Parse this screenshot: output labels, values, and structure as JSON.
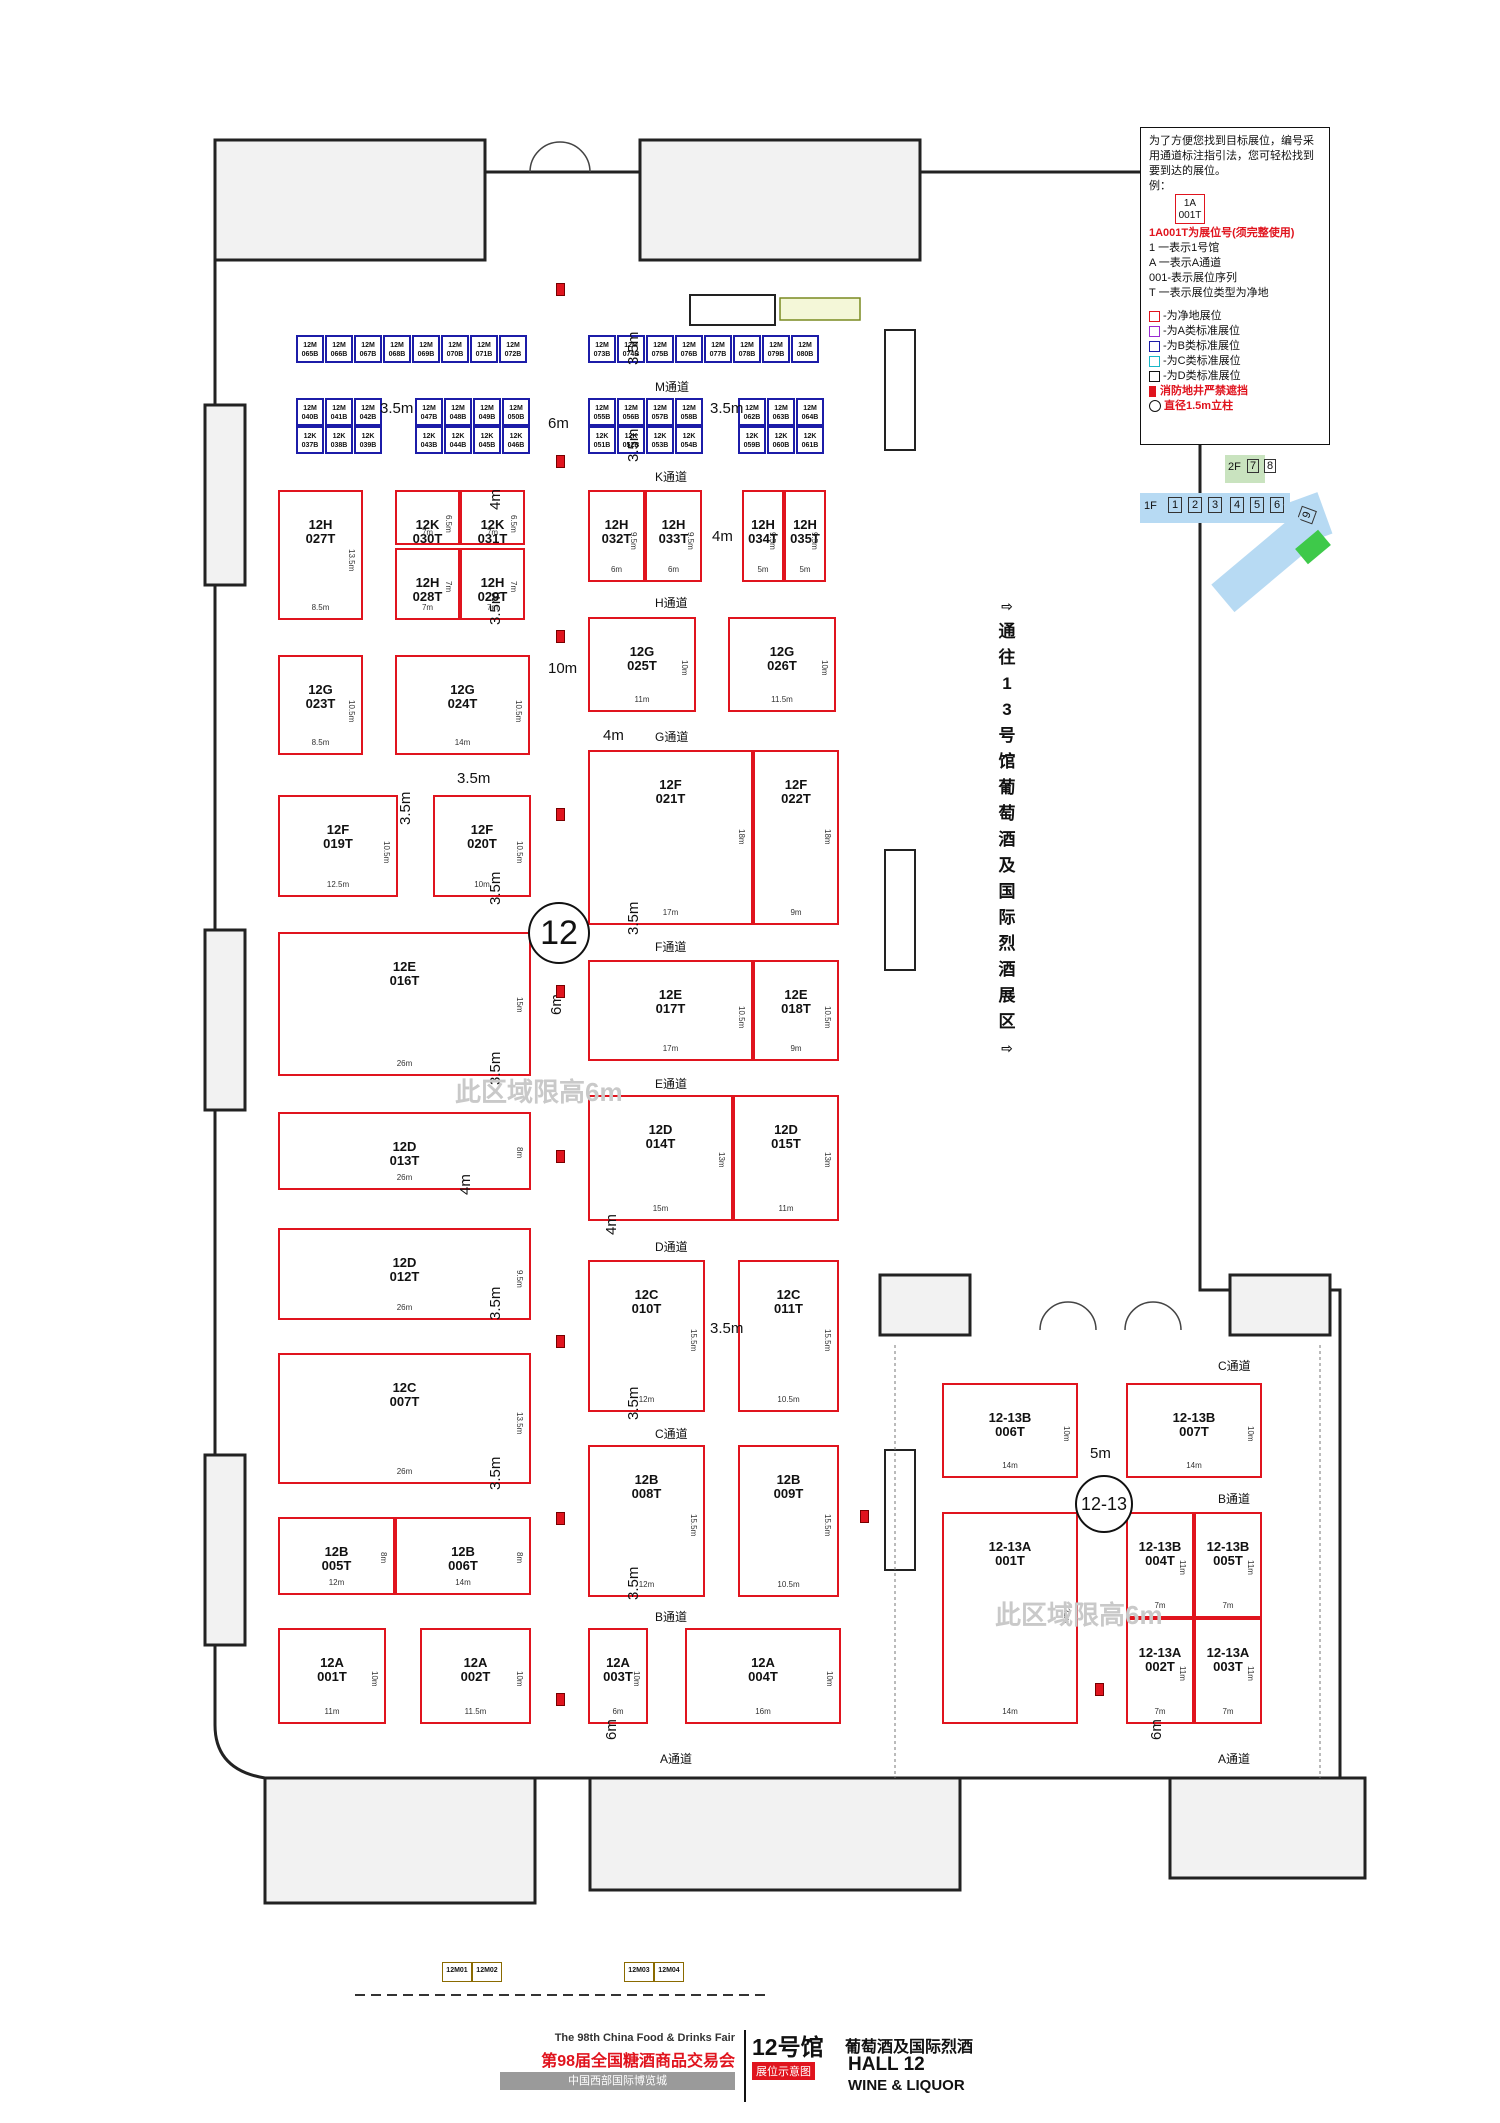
{
  "legend": {
    "intro": "为了方便您找到目标展位，编号采用通道标注指引法，您可轻松找到要到达的展位。",
    "example_label": "例：",
    "example_code": "1A\n001T",
    "booth_code_note": "1A001T为展位号(须完整使用)",
    "lines": [
      "1 一表示1号馆",
      "A 一表示A通道",
      "001-表示展位序列",
      "T 一表示展位类型为净地"
    ],
    "types": [
      {
        "color": "#e0141e",
        "label": "-为净地展位"
      },
      {
        "color": "#9a2bd1",
        "label": "-为A类标准展位"
      },
      {
        "color": "#1c1ca8",
        "label": "-为B类标准展位"
      },
      {
        "color": "#19b7c8",
        "label": "-为C类标准展位"
      },
      {
        "color": "#111111",
        "label": "-为D类标准展位"
      }
    ],
    "fire_note": "消防地井严禁遮挡",
    "pillar_note": "直径1.5m立柱"
  },
  "direction_text": "通往13号馆葡萄酒及国际烈酒展区",
  "hall_circle": "12",
  "hall2_circle": "12-13",
  "watermarks": [
    "此区域限高6m",
    "此区域限高6m"
  ],
  "std_booths_row1": [
    "12M\n065B",
    "12M\n066B",
    "12M\n067B",
    "12M\n068B",
    "12M\n069B",
    "12M\n070B",
    "12M\n071B",
    "12M\n072B",
    "12M\n073B",
    "12M\n074B",
    "12M\n075B",
    "12M\n076B",
    "12M\n077B",
    "12M\n078B",
    "12M\n079B",
    "12M\n080B"
  ],
  "std_booths_row2": [
    "12M\n040B",
    "12M\n041B",
    "12M\n042B",
    "12M\n047B",
    "12M\n048B",
    "12M\n049B",
    "12M\n050B",
    "12M\n055B",
    "12M\n056B",
    "12M\n057B",
    "12M\n058B",
    "12M\n062B",
    "12M\n063B",
    "12M\n064B"
  ],
  "std_booths_row3": [
    "12K\n037B",
    "12K\n038B",
    "12K\n039B",
    "12K\n043B",
    "12K\n044B",
    "12K\n045B",
    "12K\n046B",
    "12K\n051B",
    "12K\n052B",
    "12K\n053B",
    "12K\n054B",
    "12K\n059B",
    "12K\n060B",
    "12K\n061B"
  ],
  "booths": [
    {
      "label": "12H\n027T",
      "w": "8.5m",
      "h": "13.5m"
    },
    {
      "label": "12K\n030T",
      "w": "7m",
      "h": "6.5m"
    },
    {
      "label": "12K\n031T",
      "w": "7m",
      "h": "6.5m"
    },
    {
      "label": "12H\n028T",
      "w": "7m",
      "h": "7m"
    },
    {
      "label": "12H\n029T",
      "w": "7m",
      "h": "7m"
    },
    {
      "label": "12H\n032T",
      "w": "6m",
      "h": "9.5m"
    },
    {
      "label": "12H\n033T",
      "w": "6m",
      "h": "9.5m"
    },
    {
      "label": "12H\n034T",
      "w": "5m",
      "h": "9.5m"
    },
    {
      "label": "12H\n035T",
      "w": "5m",
      "h": "9.5m"
    },
    {
      "label": "12G\n023T",
      "w": "8.5m",
      "h": "10.5m"
    },
    {
      "label": "12G\n024T",
      "w": "14m",
      "h": "10.5m"
    },
    {
      "label": "12G\n025T",
      "w": "11m",
      "h": "10m"
    },
    {
      "label": "12G\n026T",
      "w": "11.5m",
      "h": "10m"
    },
    {
      "label": "12F\n019T",
      "w": "12.5m",
      "h": "10.5m"
    },
    {
      "label": "12F\n020T",
      "w": "10m",
      "h": "10.5m"
    },
    {
      "label": "12F\n021T",
      "w": "17m",
      "h": "18m"
    },
    {
      "label": "12F\n022T",
      "w": "9m",
      "h": "18m"
    },
    {
      "label": "12E\n016T",
      "w": "26m",
      "h": "15m"
    },
    {
      "label": "12E\n017T",
      "w": "17m",
      "h": "10.5m"
    },
    {
      "label": "12E\n018T",
      "w": "9m",
      "h": "10.5m"
    },
    {
      "label": "12D\n013T",
      "w": "26m",
      "h": "8m"
    },
    {
      "label": "12D\n014T",
      "w": "15m",
      "h": "13m"
    },
    {
      "label": "12D\n015T",
      "w": "11m",
      "h": "13m"
    },
    {
      "label": "12D\n012T",
      "w": "26m",
      "h": "9.5m"
    },
    {
      "label": "12C\n007T",
      "w": "26m",
      "h": "13.5m"
    },
    {
      "label": "12C\n010T",
      "w": "12m",
      "h": "15.5m"
    },
    {
      "label": "12C\n011T",
      "w": "10.5m",
      "h": "15.5m"
    },
    {
      "label": "12B\n005T",
      "w": "12m",
      "h": "8m"
    },
    {
      "label": "12B\n006T",
      "w": "14m",
      "h": "8m"
    },
    {
      "label": "12B\n008T",
      "w": "12m",
      "h": "15.5m"
    },
    {
      "label": "12B\n009T",
      "w": "10.5m",
      "h": "15.5m"
    },
    {
      "label": "12A\n001T",
      "w": "11m",
      "h": "10m"
    },
    {
      "label": "12A\n002T",
      "w": "11.5m",
      "h": "10m"
    },
    {
      "label": "12A\n003T",
      "w": "6m",
      "h": "10m"
    },
    {
      "label": "12A\n004T",
      "w": "16m",
      "h": "10m"
    },
    {
      "label": "12-13B\n006T",
      "w": "14m",
      "h": "10m"
    },
    {
      "label": "12-13B\n007T",
      "w": "14m",
      "h": "10m"
    },
    {
      "label": "12-13A\n001T",
      "w": "14m",
      "h": "22m"
    },
    {
      "label": "12-13B\n004T",
      "w": "7m",
      "h": "11m"
    },
    {
      "label": "12-13B\n005T",
      "w": "7m",
      "h": "11m"
    },
    {
      "label": "12-13A\n002T",
      "w": "7m",
      "h": "11m"
    },
    {
      "label": "12-13A\n003T",
      "w": "7m",
      "h": "11m"
    }
  ],
  "aisles": {
    "M": "M通道",
    "K": "K通道",
    "H": "H通道",
    "G": "G通道",
    "F": "F通道",
    "E": "E通道",
    "D": "D通道",
    "C": "C通道",
    "B": "B通道",
    "A": "A通道",
    "C2": "C通道",
    "B2": "B通道",
    "A2": "A通道"
  },
  "dims": [
    "3.5m",
    "3.5m",
    "6m",
    "3.5m",
    "3.5m",
    "4m",
    "3.5m",
    "10m",
    "4m",
    "4m",
    "3.5m",
    "3.5m",
    "3.5m",
    "6m",
    "3.5m",
    "3.5m",
    "4m",
    "4m",
    "3.5m",
    "3.5m",
    "3.5m",
    "3.5m",
    "3.5m",
    "5m",
    "6m",
    "6m"
  ],
  "bottom_booths": [
    "12M01",
    "12M02",
    "12M03",
    "12M04"
  ],
  "floor": {
    "f1": "1F",
    "f2": "2F",
    "n1": "1",
    "n2": "2",
    "n3": "3",
    "n4": "4",
    "n5": "5",
    "n6": "6",
    "n7": "7",
    "n8": "8",
    "n9": "9"
  },
  "footer": {
    "en_title": "The 98th China Food & Drinks Fair",
    "cn_title": "第98届全国糖酒商品交易会",
    "venue": "中国西部国际博览城",
    "hall_cn": "12号馆",
    "hall_cn_sub": "葡萄酒及国际烈酒",
    "map_label": "展位示意图",
    "hall_en": "HALL 12",
    "hall_en_sub": "WINE & LIQUOR"
  }
}
